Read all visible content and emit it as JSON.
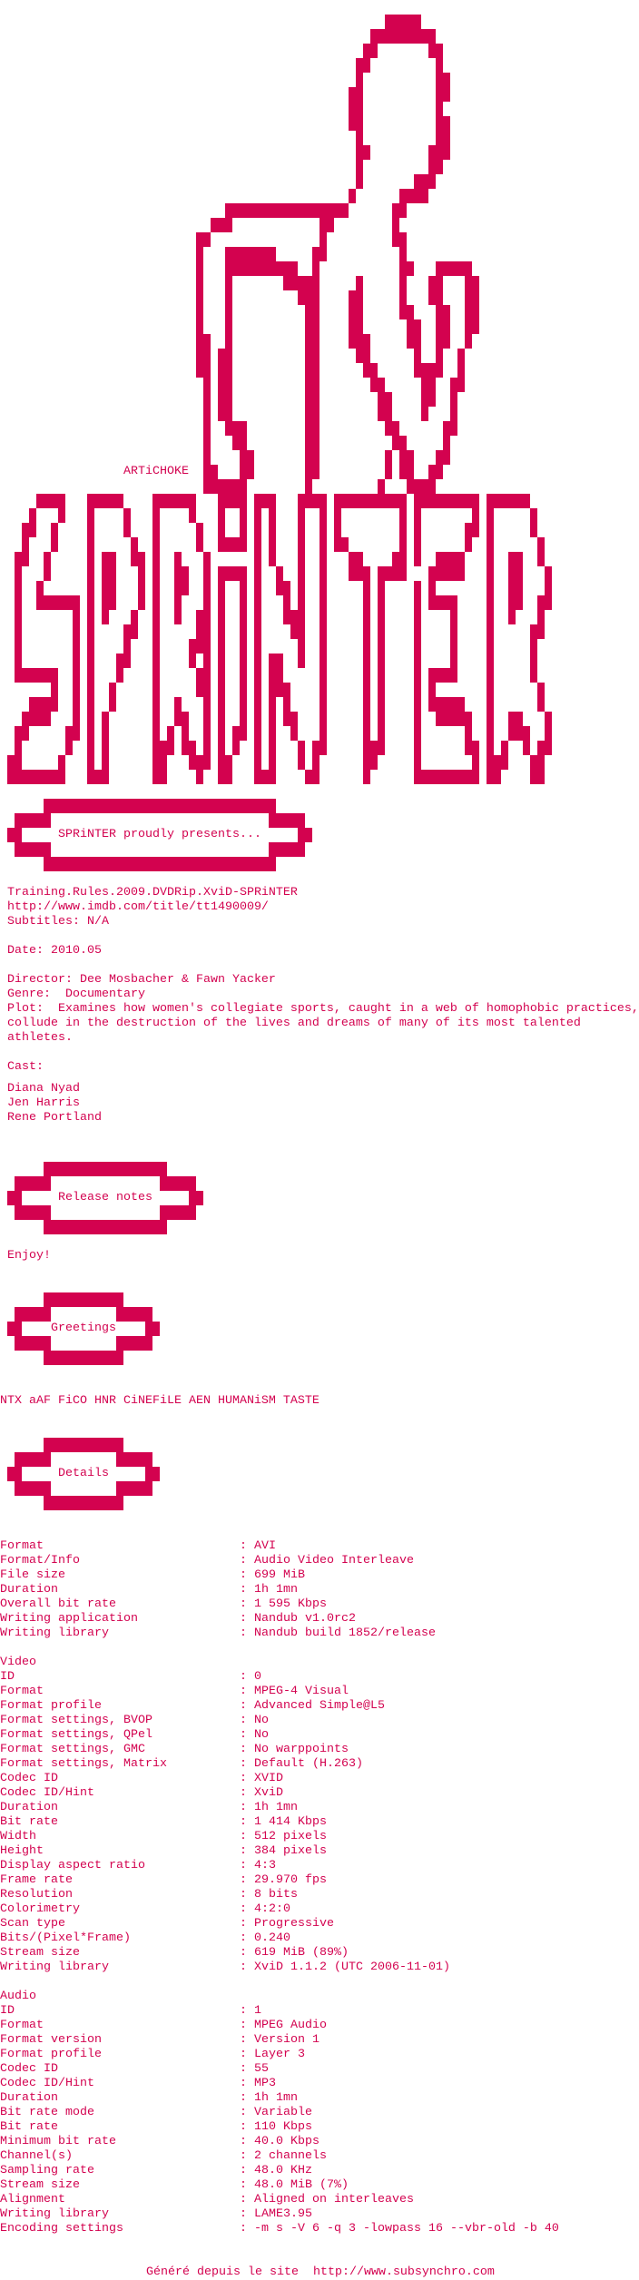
{
  "art": {
    "logo_text": "SPRiNTER",
    "credit": "ARTiCHOKE"
  },
  "banners": {
    "presents": "SPRiNTER proudly presents...",
    "release_notes": "Release notes",
    "greetings": "Greetings",
    "details": "Details"
  },
  "release": {
    "name": "Training.Rules.2009.DVDRip.XviD-SPRiNTER",
    "imdb": "http://www.imdb.com/title/tt1490009/",
    "subtitles": "Subtitles: N/A",
    "date": "Date: 2010.05",
    "director": "Director: Dee Mosbacher & Fawn Yacker",
    "genre": "Genre:  Documentary",
    "plot": [
      "Plot:  Examines how women's collegiate sports, caught in a web of homophobic practices,",
      "collude in the destruction of the lives and dreams of many of its most talented",
      "athletes."
    ],
    "cast_label": "Cast:",
    "cast": [
      "Diana Nyad",
      "Jen Harris",
      "Rene Portland"
    ]
  },
  "notes": "Enjoy!",
  "greetings_text": "NTX aAF FiCO HNR CiNEFiLE AEN HUMANiSM TASTE",
  "details": {
    "general": [
      {
        "label": "Format",
        "value": "AVI"
      },
      {
        "label": "Format/Info",
        "value": "Audio Video Interleave"
      },
      {
        "label": "File size",
        "value": "699 MiB"
      },
      {
        "label": "Duration",
        "value": "1h 1mn"
      },
      {
        "label": "Overall bit rate",
        "value": "1 595 Kbps"
      },
      {
        "label": "Writing application",
        "value": "Nandub v1.0rc2"
      },
      {
        "label": "Writing library",
        "value": "Nandub build 1852/release"
      }
    ],
    "video_heading": "Video",
    "video": [
      {
        "label": "ID",
        "value": "0"
      },
      {
        "label": "Format",
        "value": "MPEG-4 Visual"
      },
      {
        "label": "Format profile",
        "value": "Advanced Simple@L5"
      },
      {
        "label": "Format settings, BVOP",
        "value": "No"
      },
      {
        "label": "Format settings, QPel",
        "value": "No"
      },
      {
        "label": "Format settings, GMC",
        "value": "No warppoints"
      },
      {
        "label": "Format settings, Matrix",
        "value": "Default (H.263)"
      },
      {
        "label": "Codec ID",
        "value": "XVID"
      },
      {
        "label": "Codec ID/Hint",
        "value": "XviD"
      },
      {
        "label": "Duration",
        "value": "1h 1mn"
      },
      {
        "label": "Bit rate",
        "value": "1 414 Kbps"
      },
      {
        "label": "Width",
        "value": "512 pixels"
      },
      {
        "label": "Height",
        "value": "384 pixels"
      },
      {
        "label": "Display aspect ratio",
        "value": "4:3"
      },
      {
        "label": "Frame rate",
        "value": "29.970 fps"
      },
      {
        "label": "Resolution",
        "value": "8 bits"
      },
      {
        "label": "Colorimetry",
        "value": "4:2:0"
      },
      {
        "label": "Scan type",
        "value": "Progressive"
      },
      {
        "label": "Bits/(Pixel*Frame)",
        "value": "0.240"
      },
      {
        "label": "Stream size",
        "value": "619 MiB (89%)"
      },
      {
        "label": "Writing library",
        "value": "XviD 1.1.2 (UTC 2006-11-01)"
      }
    ],
    "audio_heading": "Audio",
    "audio": [
      {
        "label": "ID",
        "value": "1"
      },
      {
        "label": "Format",
        "value": "MPEG Audio"
      },
      {
        "label": "Format version",
        "value": "Version 1"
      },
      {
        "label": "Format profile",
        "value": "Layer 3"
      },
      {
        "label": "Codec ID",
        "value": "55"
      },
      {
        "label": "Codec ID/Hint",
        "value": "MP3"
      },
      {
        "label": "Duration",
        "value": "1h 1mn"
      },
      {
        "label": "Bit rate mode",
        "value": "Variable"
      },
      {
        "label": "Bit rate",
        "value": "110 Kbps"
      },
      {
        "label": "Minimum bit rate",
        "value": "40.0 Kbps"
      },
      {
        "label": "Channel(s)",
        "value": "2 channels"
      },
      {
        "label": "Sampling rate",
        "value": "48.0 KHz"
      },
      {
        "label": "Stream size",
        "value": "48.0 MiB (7%)"
      },
      {
        "label": "Alignment",
        "value": "Aligned on interleaves"
      },
      {
        "label": "Writing library",
        "value": "LAME3.95"
      },
      {
        "label": "Encoding settings",
        "value": "-m s -V 6 -q 3 -lowpass 16 --vbr-old -b 40"
      }
    ],
    "separator": ":"
  },
  "footer": "Généré depuis le site  http://www.subsynchro.com",
  "colors": {
    "text": "#d3024f",
    "background": "#ffffff"
  }
}
